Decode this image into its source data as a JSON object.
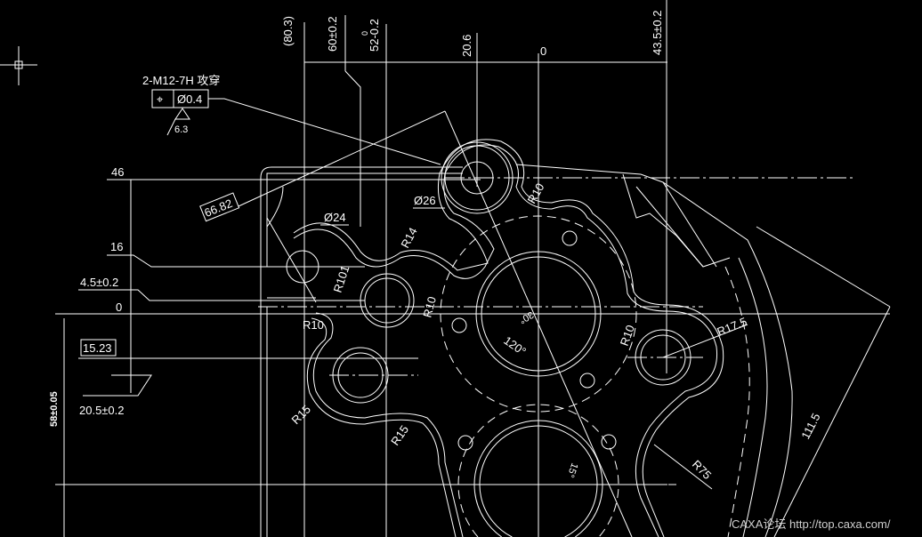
{
  "drawing": {
    "top_dims": {
      "d80_3": "(80.3)",
      "d60": "60±0.2",
      "d52": "52-0.2",
      "d52_upper": "0",
      "d20_6": "20.6",
      "d0": "0",
      "d43_5": "43.5±0.2"
    },
    "left_dims": {
      "d46": "46",
      "d16": "16",
      "d4_5": "4.5±0.2",
      "d0": "0",
      "d15_23": "15.23",
      "d20_5": "20.5±0.2",
      "d58": "58±0.05"
    },
    "callout": {
      "thread": "2-M12-7H 攻穿",
      "position_symbol": "⌖",
      "tolerance": "Ø0.4",
      "roughness": "6.3"
    },
    "boxed_dim": "66.82",
    "labels": {
      "d26": "Ø26",
      "d24": "Ø24",
      "r10_top": "R10",
      "r14": "R14",
      "r101": "R101",
      "r10_mid": "R10",
      "r10_left": "R10",
      "r10_right": "R10",
      "r17_5": "R17.5",
      "r15_a": "R15",
      "r15_b": "R15",
      "r75": "R75",
      "d111_5": "111.5",
      "a120": "120°",
      "a30": "30°",
      "a15": "15°"
    },
    "watermark": "CAXA论坛 http://top.caxa.com/"
  }
}
